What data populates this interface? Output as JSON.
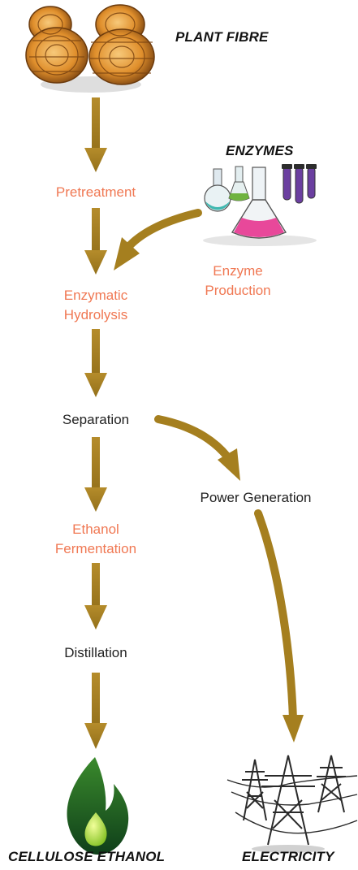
{
  "headings": {
    "plant_fibre": "PLANT FIBRE",
    "enzymes": "ENZYMES",
    "cellulose_ethanol": "CELLULOSE ETHANOL",
    "electricity": "ELECTRICITY"
  },
  "steps": {
    "pretreatment": "Pretreatment",
    "enzymatic_line1": "Enzymatic",
    "enzymatic_line2": "Hydrolysis",
    "enzyme_production_line1": "Enzyme",
    "enzyme_production_line2": "Production",
    "separation": "Separation",
    "power_generation": "Power Generation",
    "fermentation_line1": "Ethanol",
    "fermentation_line2": "Fermentation",
    "distillation": "Distillation"
  },
  "icons": {
    "plant_fibre": "hay-bales-icon",
    "enzymes": "lab-flasks-icon",
    "cellulose_ethanol": "flame-drop-icon",
    "electricity": "power-pylons-icon"
  },
  "colors": {
    "arrow": "#a57f1f",
    "process_step": "#f07853",
    "plain_step": "#222222"
  }
}
